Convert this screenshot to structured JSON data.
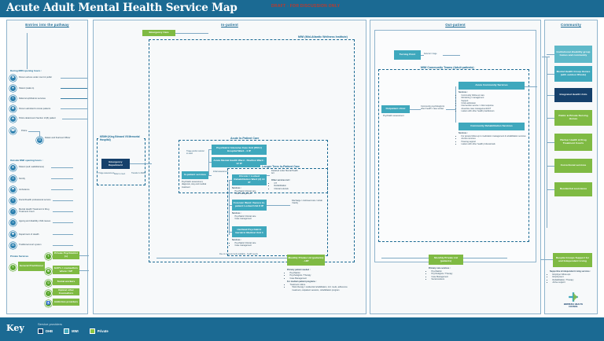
{
  "header": {
    "title": "Acute Adult Mental Health Service Map",
    "draft_notice": "DRAFT - FOR DISCUSSION ONLY"
  },
  "columns": {
    "entry": {
      "header": "Entries into the pathway"
    },
    "inpatient": {
      "header": "In-patient"
    },
    "outpatient": {
      "header": "Out-patient"
    },
    "community": {
      "header": "Community"
    }
  },
  "entry": {
    "during_heading": "During MWI opening hours :",
    "during_items": [
      {
        "icon": "ambulance-icon",
        "label": "Person arrives under court & public"
      },
      {
        "icon": "person-icon",
        "label": "Patient (walk-in)"
      },
      {
        "icon": "doctor-icon",
        "label": "Referral ophthalmic services"
      },
      {
        "icon": "hospital-icon",
        "label": "Person admitted to Acute patients"
      },
      {
        "icon": "police-icon",
        "label": "Police detainment Section 21(6) patient"
      },
      {
        "icon": "phone-icon",
        "label": "Police"
      }
    ],
    "after_note": "Detain and final test Officer",
    "outside_heading": "Outside MWI opening hours :",
    "outside_items": [
      {
        "icon": "person-icon",
        "label": "Patient (self, walk/distress)"
      },
      {
        "icon": "family-icon",
        "label": "Family"
      },
      {
        "icon": "ambulance-icon",
        "label": "Ambulance"
      },
      {
        "icon": "doctor-icon",
        "label": "Doctor/health professional service"
      },
      {
        "icon": "mental-health-icon",
        "label": "Mental Health Treatment & Drug Treatment Court"
      },
      {
        "icon": "child-icon",
        "label": "Ageing and disability child causes"
      },
      {
        "icon": "hospital-icon",
        "label": "Department of Health"
      },
      {
        "icon": "court-icon",
        "label": "Traditional court system"
      }
    ],
    "private_heading": "Private Services",
    "private_entry_label": "General Practitioner",
    "private_items": [
      {
        "icon": "doctor-icon",
        "label": "Private Psychiatrist (s)"
      },
      {
        "icon": "clinic-icon",
        "label": "EAP's / counsellors where / GP"
      },
      {
        "icon": "social-icon",
        "label": "Social workers"
      },
      {
        "icon": "mental-health-icon",
        "label": "Optical other Counsellors"
      },
      {
        "icon": "addiction-icon",
        "label": "Addiction providers"
      }
    ]
  },
  "inpatient": {
    "emergency_box": "Emergency Care",
    "kemh": {
      "region_label": "KEMH (King Edward VII Memorial Hospital)",
      "box": "Emergency Department",
      "lines": [
        "Triage assessment",
        "Refer to med.",
        "Transfer to MWI"
      ]
    },
    "mwi_region_label": "MWI (Mid-Atlantic Wellness Institute)",
    "acute_label": "Acute In-Patient Care",
    "acute_boxes": [
      "Psychiatric Intensive Care Unit (PICU) Hospital Ward - 4 IP",
      "Acute Mental Health Ward - Pavilion Ward - 12 IP"
    ],
    "inpatient_unit_box": "In-patient services",
    "inpatient_unit_note": "Psychiatric assessment, diagnosis, stay and medical treatment",
    "mid_labels": [
      "Initial assessment",
      "Triage and/or referral to ward",
      "Detained under Mental Health Act"
    ],
    "right_note_heading": "Other services incl :",
    "right_note_items": [
      "OT",
      "Rehabilitation",
      "Clinical referrals"
    ],
    "longer_region_label": "Longer Term In-Patient Care",
    "longer_boxes": [
      {
        "title": "Chronic / Locked Rehabilitation Ward (2) 14 IP",
        "services_heading": "Services :",
        "services": [
          "Psychiatric Clinical care",
          "Case management"
        ]
      },
      {
        "title": "Forensic Ward / Secure In-patient Locked Unit 8 IP",
        "services_heading": "Services :",
        "services": [
          "Psychiatric Clinical care",
          "Case management"
        ]
      },
      {
        "title": "Hartland Psychiatric Geriatric Medical Unit 1",
        "services_heading": "Services :",
        "services": [
          "Psychiatric Clinical care",
          "Case management"
        ]
      }
    ],
    "discharge_label": "Discharge / continued care / rehab / family",
    "bottom_flow_label": "Due to no acute beds available - health needs",
    "private_box": "Monthly Private Ltd (patients) - HIP",
    "private_notes_heading": "Primary patient needed :",
    "private_notes": [
      "Psychiatrist",
      "Psychologists / Therapy",
      "Case Management"
    ],
    "private_sub_heading": "For medium patient programs :",
    "private_sub": [
      "Treatment culture",
      "Work therapy / residential rehabilitation, incl. meds, adherence treatment, outpatient sessions, rehabilitation program"
    ]
  },
  "outpatient": {
    "crisis_box": "Turning Point",
    "crisis_note": "Referral / triage",
    "mwi_region_label": "MWI Community Teams (Adult patients)",
    "outpatient_unit_box": "Outpatient clinic",
    "outpatient_unit_note": "Psychiatric assessment",
    "middle_note": "Community psychologist & other health / case worker",
    "boxes": [
      {
        "title": "Acute Community Services",
        "services_heading": "Services :",
        "services": [
          "Community follow-up care",
          "Monitoring / management",
          "Support",
          "Crisis admission",
          "Intervention service / crisis response",
          "Assertive case management/ACT",
          "Liaison with other health practitioners"
        ]
      },
      {
        "title": "Community Rehabilitation Services",
        "services_heading": "Services :",
        "services": [
          "For groups follow-up to medication management & rehabilitation services",
          "Access services",
          "Housing support",
          "Liaison with other health professionals"
        ]
      }
    ],
    "discharge_label": "Discharge / continued care / rehab / family",
    "private_box": "Monthly Private Ltd (patients)",
    "private_notes_heading": "Primary care services :",
    "private_notes": [
      "Psychiatrist",
      "Psychologists / Therapy",
      "Case Management",
      "Social workers"
    ]
  },
  "community": {
    "boxes": [
      {
        "label": "Institutional disability group homes and community",
        "provider": "mwi"
      },
      {
        "label": "Mental Health Group Homes (with outdoor Rhode)",
        "provider": "mwi"
      },
      {
        "label": "Integrated Health Units",
        "provider": "dhb"
      },
      {
        "label": "Public & Private Nursing Homes",
        "provider": "private"
      },
      {
        "label": "Partner Health & Drug Treatment Courts",
        "provider": "private"
      },
      {
        "label": "Correctional services",
        "provider": "private"
      },
      {
        "label": "Residential assistance",
        "provider": "private"
      }
    ],
    "support_box": "Respite Groups Support for and Independent Living",
    "support_heading": "Supportive & Independent Living services :",
    "support_items": [
      "Employer follow-ups",
      "Employment",
      "Rehabilitation / Therapy",
      "Active support"
    ]
  },
  "key": {
    "word": "Key",
    "subtitle": "Service providers",
    "items": [
      {
        "label": "DHB",
        "color": "#15406b"
      },
      {
        "label": "MWI",
        "color": "#3fa8bd"
      },
      {
        "label": "Private",
        "color": "#8cc63f"
      }
    ]
  },
  "logo": {
    "name": "BERMUDA HEALTH",
    "sub": "COUNCIL"
  }
}
